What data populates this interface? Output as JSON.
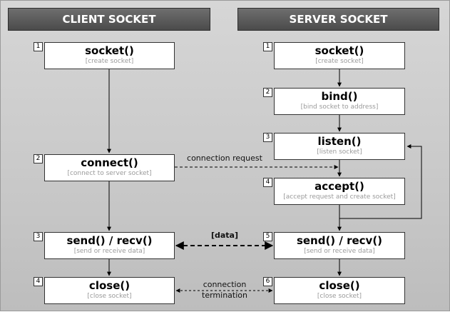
{
  "headers": {
    "client": "CLIENT SOCKET",
    "server": "SERVER SOCKET"
  },
  "client_steps": [
    {
      "num": "1",
      "fn": "socket()",
      "desc": "[create socket]"
    },
    {
      "num": "2",
      "fn": "connect()",
      "desc": "[connect to server socket]"
    },
    {
      "num": "3",
      "fn": "send() / recv()",
      "desc": "[send or receive data]"
    },
    {
      "num": "4",
      "fn": "close()",
      "desc": "[close socket]"
    }
  ],
  "server_steps": [
    {
      "num": "1",
      "fn": "socket()",
      "desc": "[create socket]"
    },
    {
      "num": "2",
      "fn": "bind()",
      "desc": "[bind socket to address]"
    },
    {
      "num": "3",
      "fn": "listen()",
      "desc": "[listen socket]"
    },
    {
      "num": "4",
      "fn": "accept()",
      "desc": "[accept request and create socket]"
    },
    {
      "num": "5",
      "fn": "send() / recv()",
      "desc": "[send or receive data]"
    },
    {
      "num": "6",
      "fn": "close()",
      "desc": "[close socket]"
    }
  ],
  "links": {
    "connection_request": "connection request",
    "data": "[data]",
    "termination_line1": "connection",
    "termination_line2": "termination"
  }
}
